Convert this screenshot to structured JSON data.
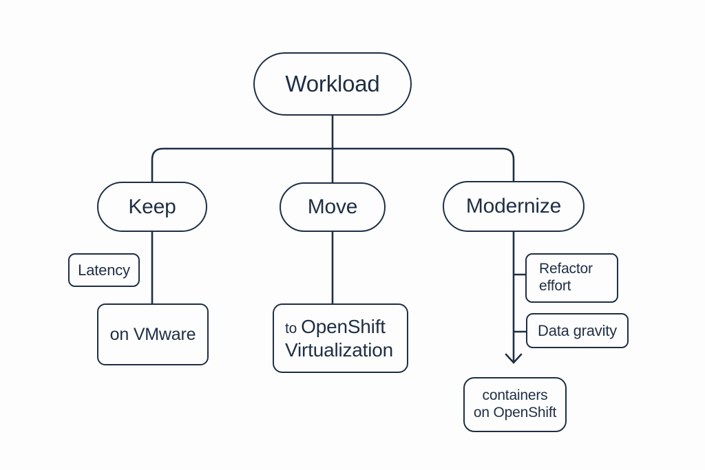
{
  "diagram": {
    "type": "decision-tree",
    "background": "#fdfdfd",
    "ink_color": "#1f2e44",
    "root": {
      "label": "Workload"
    },
    "branches": {
      "keep": {
        "label": "Keep",
        "consideration": "Latency",
        "target": "on VMware"
      },
      "move": {
        "label": "Move",
        "target_prefix": "to",
        "target_line1": "OpenShift",
        "target_line2": "Virtualization"
      },
      "modernize": {
        "label": "Modernize",
        "consideration1_line1": "Refactor",
        "consideration1_line2": "effort",
        "consideration2": "Data gravity",
        "target_line1": "containers",
        "target_line2": "on OpenShift"
      }
    }
  }
}
